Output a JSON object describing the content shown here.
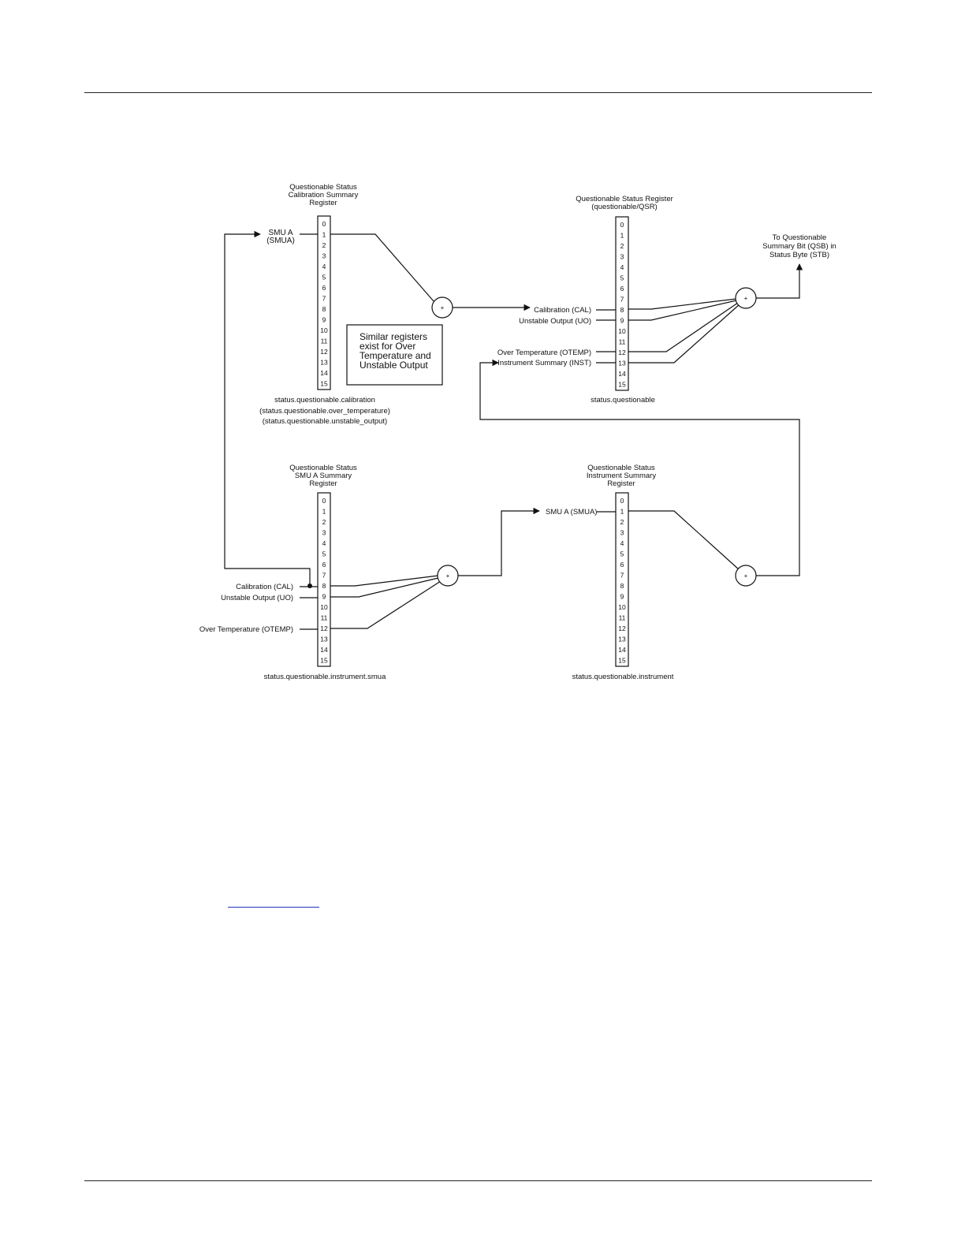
{
  "colors": {
    "ink": "#111111",
    "link": "#2233bb"
  },
  "bits": [
    "0",
    "1",
    "2",
    "3",
    "4",
    "5",
    "6",
    "7",
    "8",
    "9",
    "10",
    "11",
    "12",
    "13",
    "14",
    "15"
  ],
  "calibration_register": {
    "title": [
      "Questionable Status",
      "Calibration Summary",
      "Register"
    ],
    "input_label": [
      "SMU A",
      "(SMUA)"
    ],
    "captions": [
      "status.questionable.calibration",
      "(status.questionable.over_temperature)",
      "(status.questionable.unstable_output)"
    ]
  },
  "note_box": {
    "lines": [
      "Similar registers",
      "exist for Over",
      "Temperature and",
      "Unstable Output"
    ]
  },
  "qsr_register": {
    "title": [
      "Questionable Status Register",
      "(questionable/QSR)"
    ],
    "labels": {
      "cal": "Calibration (CAL)",
      "uo": "Unstable Output (UO)",
      "otemp": "Over Temperature  (OTEMP)",
      "inst": "Instrument Summary (INST)"
    },
    "caption": "status.questionable",
    "output_label": [
      "To Questionable",
      "Summary Bit (QSB) in",
      "Status Byte (STB)"
    ]
  },
  "smua_register": {
    "title": [
      "Questionable Status",
      "SMU A Summary",
      "Register"
    ],
    "labels": {
      "cal": "Calibration (CAL)",
      "uo": "Unstable Output (UO)",
      "otemp": "Over Temperature (OTEMP)"
    },
    "caption": "status.questionable.instrument.smua"
  },
  "instrument_register": {
    "title": [
      "Questionable Status",
      "Instrument Summary",
      "Register"
    ],
    "input_label": "SMU A (SMUA)",
    "caption": "status.questionable.instrument"
  },
  "or_gate_symbol": "+"
}
